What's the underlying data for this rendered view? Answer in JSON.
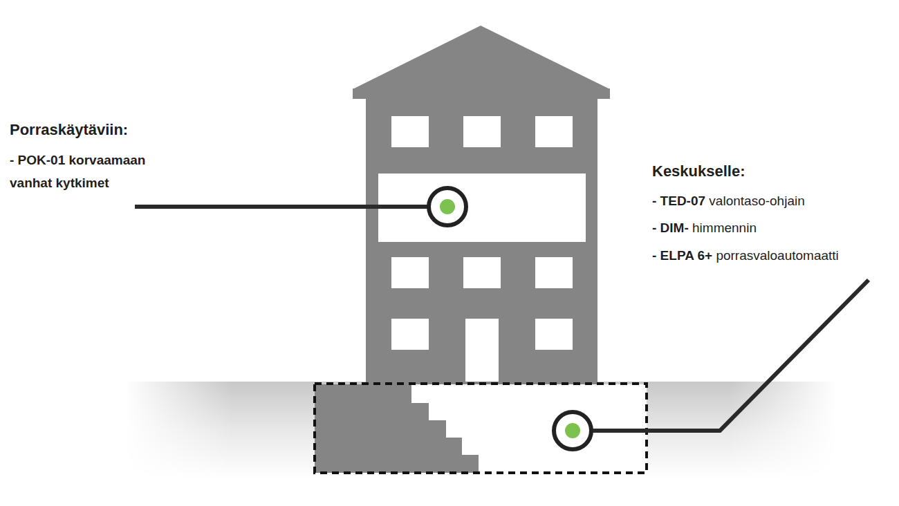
{
  "diagram": {
    "labels": [
      "Porraskäytäviin:",
      "- POK-01 korvaamaan vanhat kytkimet",
      "Keskukselle:",
      "- TED-07",
      "valontaso-ohjain",
      "- DIM-",
      "himmennin",
      "- ELPA 6+",
      "porrasvaloautomaatti"
    ]
  }
}
